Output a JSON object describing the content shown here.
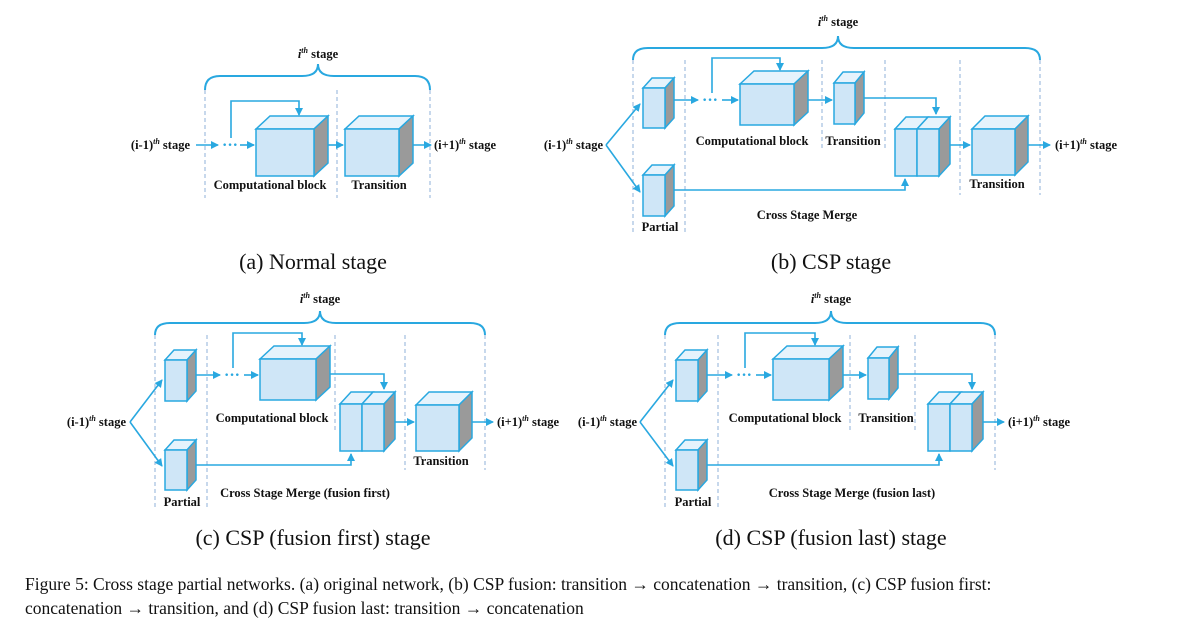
{
  "colors": {
    "line": "#29a8e0",
    "box_front": "#cfe6f7",
    "box_top": "#e6f3fc",
    "box_side": "#9a9a9a"
  },
  "panel_a": {
    "stage_top": "i",
    "stage_top_suffix": "th",
    "stage_top_word": " stage",
    "prev_stage": "(i-1)",
    "prev_suffix": "th",
    "prev_word": " stage",
    "next_stage": "(i+1)",
    "next_suffix": "th",
    "next_word": " stage",
    "computational_block": "Computational block",
    "transition": "Transition",
    "dots": "···",
    "subtitle": "(a) Normal stage"
  },
  "panel_b": {
    "stage_top": "i",
    "stage_top_suffix": "th",
    "stage_top_word": " stage",
    "prev_stage": "(i-1)",
    "prev_suffix": "th",
    "prev_word": " stage",
    "next_stage": "(i+1)",
    "next_suffix": "th",
    "next_word": " stage",
    "computational_block": "Computational block",
    "transition_1": "Transition",
    "transition_2": "Transition",
    "cross_stage_merge": "Cross Stage Merge",
    "partial": "Partial",
    "dots": "···",
    "subtitle": "(b) CSP stage"
  },
  "panel_c": {
    "stage_top": "i",
    "stage_top_suffix": "th",
    "stage_top_word": " stage",
    "prev_stage": "(i-1)",
    "prev_suffix": "th",
    "prev_word": " stage",
    "next_stage": "(i+1)",
    "next_suffix": "th",
    "next_word": " stage",
    "computational_block": "Computational block",
    "transition": "Transition",
    "cross_stage_merge": "Cross Stage Merge (fusion first)",
    "partial": "Partial",
    "dots": "···",
    "subtitle": "(c) CSP (fusion first) stage"
  },
  "panel_d": {
    "stage_top": "i",
    "stage_top_suffix": "th",
    "stage_top_word": " stage",
    "prev_stage": "(i-1)",
    "prev_suffix": "th",
    "prev_word": " stage",
    "next_stage": "(i+1)",
    "next_suffix": "th",
    "next_word": " stage",
    "computational_block": "Computational block",
    "transition": "Transition",
    "cross_stage_merge": "Cross Stage Merge (fusion last)",
    "partial": "Partial",
    "dots": "···",
    "subtitle": "(d) CSP (fusion last) stage"
  },
  "caption": {
    "line1": "Figure 5: Cross stage partial networks. (a) original network, (b) CSP fusion: transition → concatenation → transition, (c) CSP fusion first:",
    "line2": "concatenation → transition, and (d) CSP fusion last: transition → concatenation"
  }
}
